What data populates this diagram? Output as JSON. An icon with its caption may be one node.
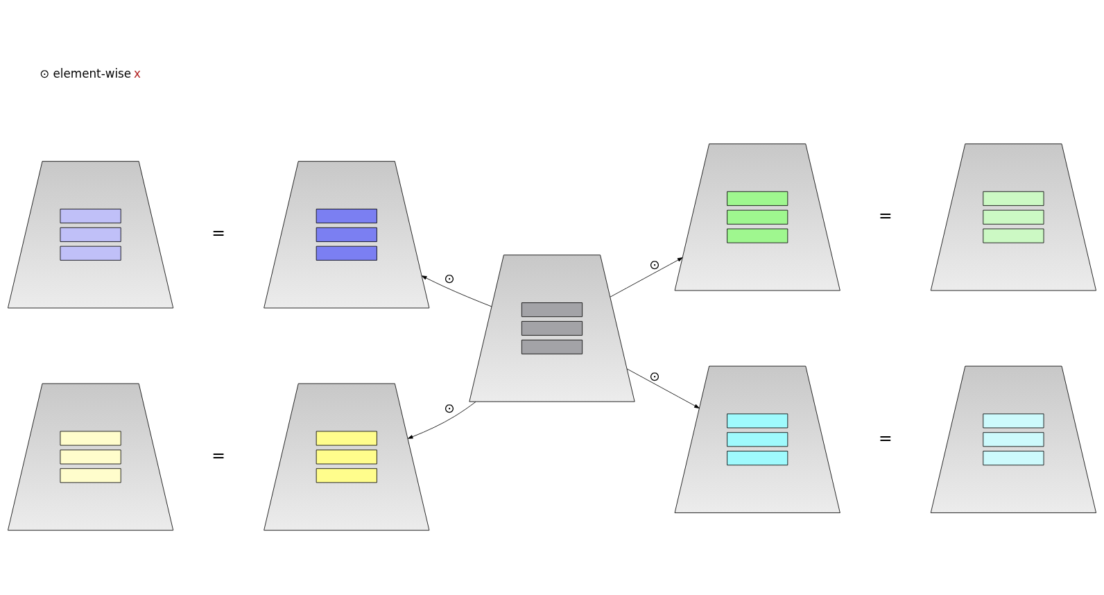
{
  "diagram": {
    "nodes": [
      {
        "text": [],
        "shape": "trapezoid"
      },
      {
        "text": [],
        "shape": "trapezoid"
      },
      {
        "text": [],
        "shape": "trapezoid"
      },
      {
        "text": [],
        "shape": "trapezoid"
      },
      {
        "text": [],
        "shape": "trapezoid"
      },
      {
        "text": [],
        "shape": "trapezoid"
      },
      {
        "text": [],
        "shape": "trapezoid"
      },
      {
        "text": [],
        "shape": "trapezoid"
      },
      {
        "text": [],
        "shape": "trapezoid"
      }
    ],
    "edges": [
      {
        "from": 4,
        "to": 1,
        "arrow": "to",
        "label": "⊙"
      },
      {
        "from": 4,
        "to": 2,
        "arrow": "to",
        "label": "⊙"
      },
      {
        "from": 4,
        "to": 6,
        "arrow": "to",
        "label": "⊙"
      },
      {
        "from": 4,
        "to": 7,
        "arrow": "to",
        "label": "⊙"
      }
    ],
    "labels": [
      "⊙ element-wise x",
      "=",
      "=",
      "=",
      "="
    ]
  }
}
